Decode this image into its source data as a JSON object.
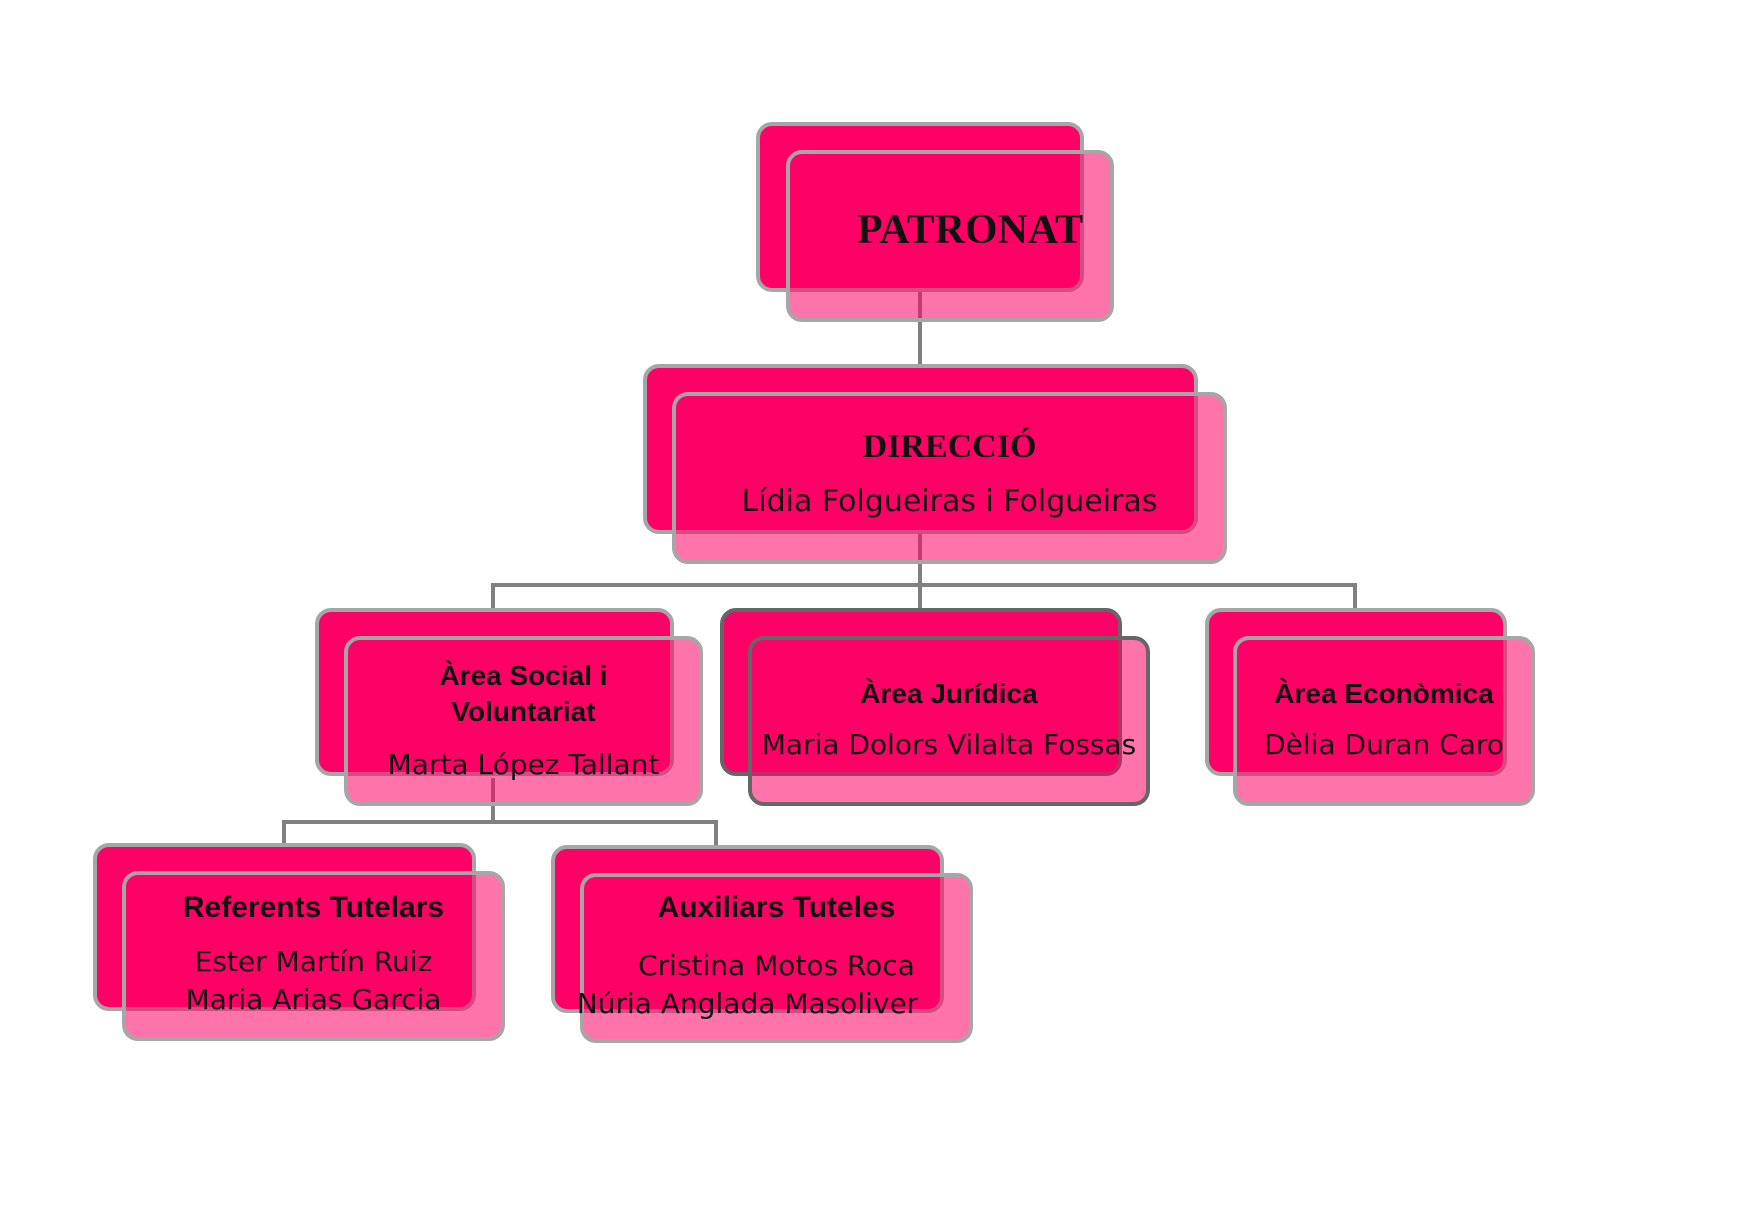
{
  "org_chart": {
    "patronat": {
      "title": "PATRONAT"
    },
    "direccio": {
      "title": "DIRECCIÓ",
      "person": "Lídia Folgueiras i Folgueiras"
    },
    "area_social": {
      "title_line1": "Àrea Social i",
      "title_line2": "Voluntariat",
      "person": "Marta López Tallant"
    },
    "area_juridica": {
      "title": "Àrea Jurídica",
      "person": "Maria Dolors Vilalta Fossas"
    },
    "area_economica": {
      "title": "Àrea Econòmica",
      "person": "Dèlia Duran Caro"
    },
    "referents": {
      "title": "Referents Tutelars",
      "person1": "Ester Martín Ruiz",
      "person2": "Maria Arias Garcia"
    },
    "auxiliars": {
      "title": "Auxiliars Tuteles",
      "person1": "Cristina Motos Roca",
      "person2": "Núria Anglada Masoliver"
    }
  },
  "colors": {
    "box_fill": "#ff0066",
    "box_border": "#a6a6a6",
    "connector": "#808080"
  }
}
